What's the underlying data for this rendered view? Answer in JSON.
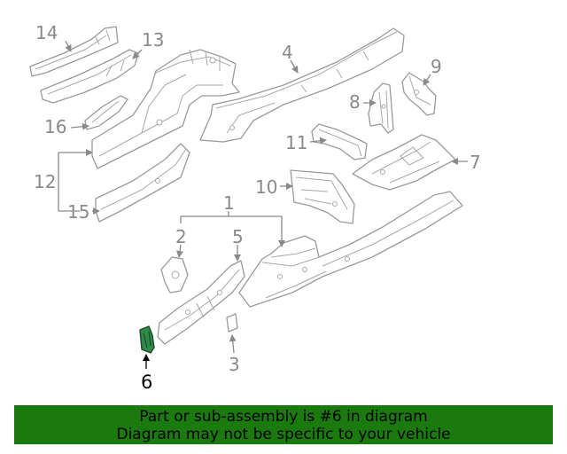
{
  "callouts": {
    "c1": "1",
    "c2": "2",
    "c3": "3",
    "c4": "4",
    "c5": "5",
    "c6": "6",
    "c7": "7",
    "c8": "8",
    "c9": "9",
    "c10": "10",
    "c11": "11",
    "c12": "12",
    "c13": "13",
    "c14": "14",
    "c15": "15",
    "c16": "16"
  },
  "highlight": {
    "part": "6",
    "color": "#1f7a3a"
  },
  "banner": {
    "line1": "Part or sub-assembly is #6 in diagram",
    "line2": "Diagram may not be specific to your vehicle",
    "background": "#1a7a0e"
  }
}
